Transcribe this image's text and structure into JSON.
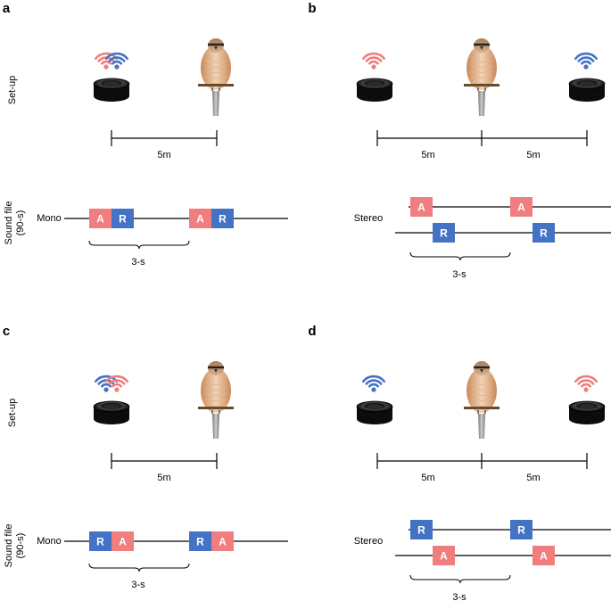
{
  "colors": {
    "A": "#f07e7e",
    "R": "#4472c4",
    "line": "#000000"
  },
  "labels": {
    "setup": "Set-up",
    "sound_file": "Sound file",
    "sound_file_sub": "(90-s)",
    "distance": "5m",
    "interval": "3-s",
    "mono": "Mono",
    "stereo": "Stereo",
    "A": "A",
    "R": "R"
  },
  "panels": [
    {
      "id": "a",
      "type": "mono",
      "order": [
        "A",
        "R"
      ],
      "speakers": [
        "A+R",
        "bird"
      ]
    },
    {
      "id": "b",
      "type": "stereo",
      "order": [
        "A",
        "R"
      ],
      "speakers": [
        "A",
        "bird",
        "R"
      ]
    },
    {
      "id": "c",
      "type": "mono",
      "order": [
        "R",
        "A"
      ],
      "speakers": [
        "R+A",
        "bird"
      ]
    },
    {
      "id": "d",
      "type": "stereo",
      "order": [
        "R",
        "A"
      ],
      "speakers": [
        "R",
        "bird",
        "A"
      ]
    }
  ]
}
